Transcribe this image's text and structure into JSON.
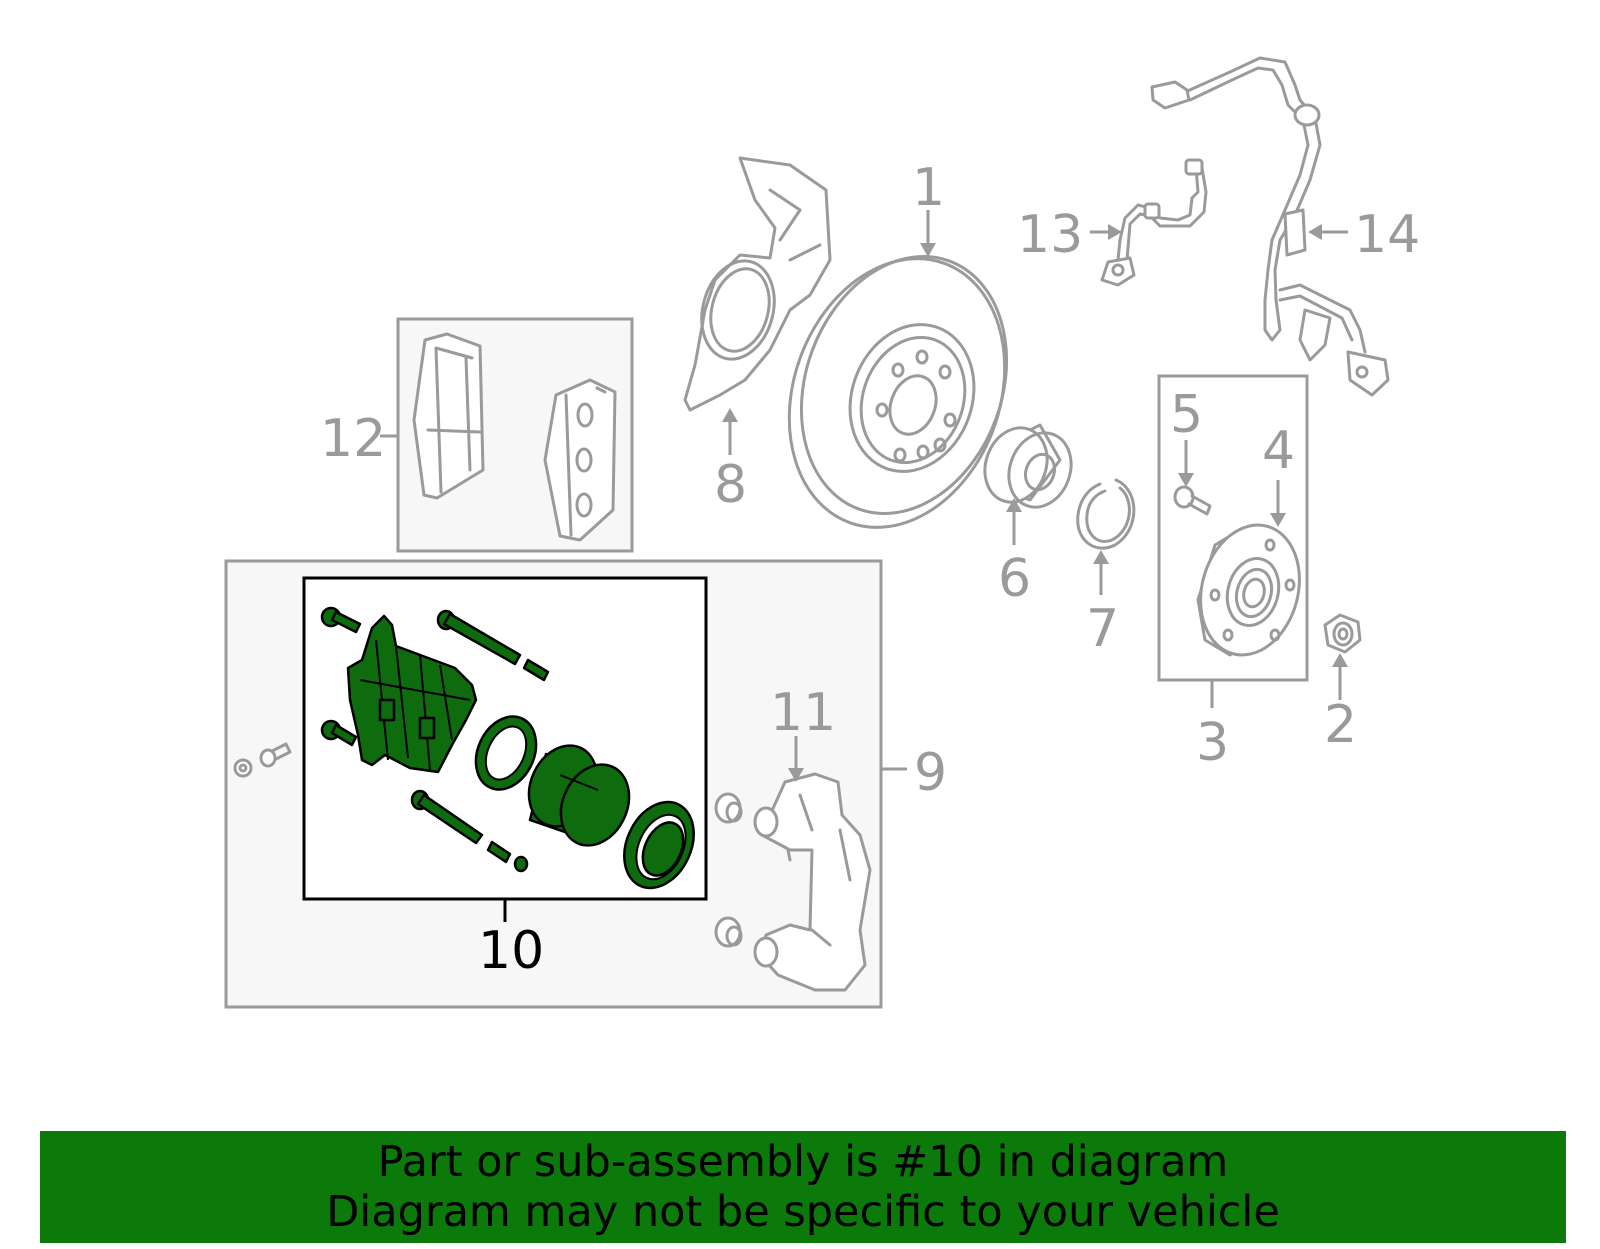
{
  "callouts": {
    "c1": "1",
    "c2": "2",
    "c3": "3",
    "c4": "4",
    "c5": "5",
    "c6": "6",
    "c7": "7",
    "c8": "8",
    "c9": "9",
    "c10": "10",
    "c11": "11",
    "c12": "12",
    "c13": "13",
    "c14": "14"
  },
  "banner": {
    "line1": "Part or sub-assembly is #10 in diagram",
    "line2": "Diagram may not be specific to your vehicle"
  },
  "colors": {
    "highlight": "#0e6b0e",
    "banner": "#0b7a0b",
    "line_art": "#9a9a9a",
    "box_fill": "#f7f7f7"
  }
}
